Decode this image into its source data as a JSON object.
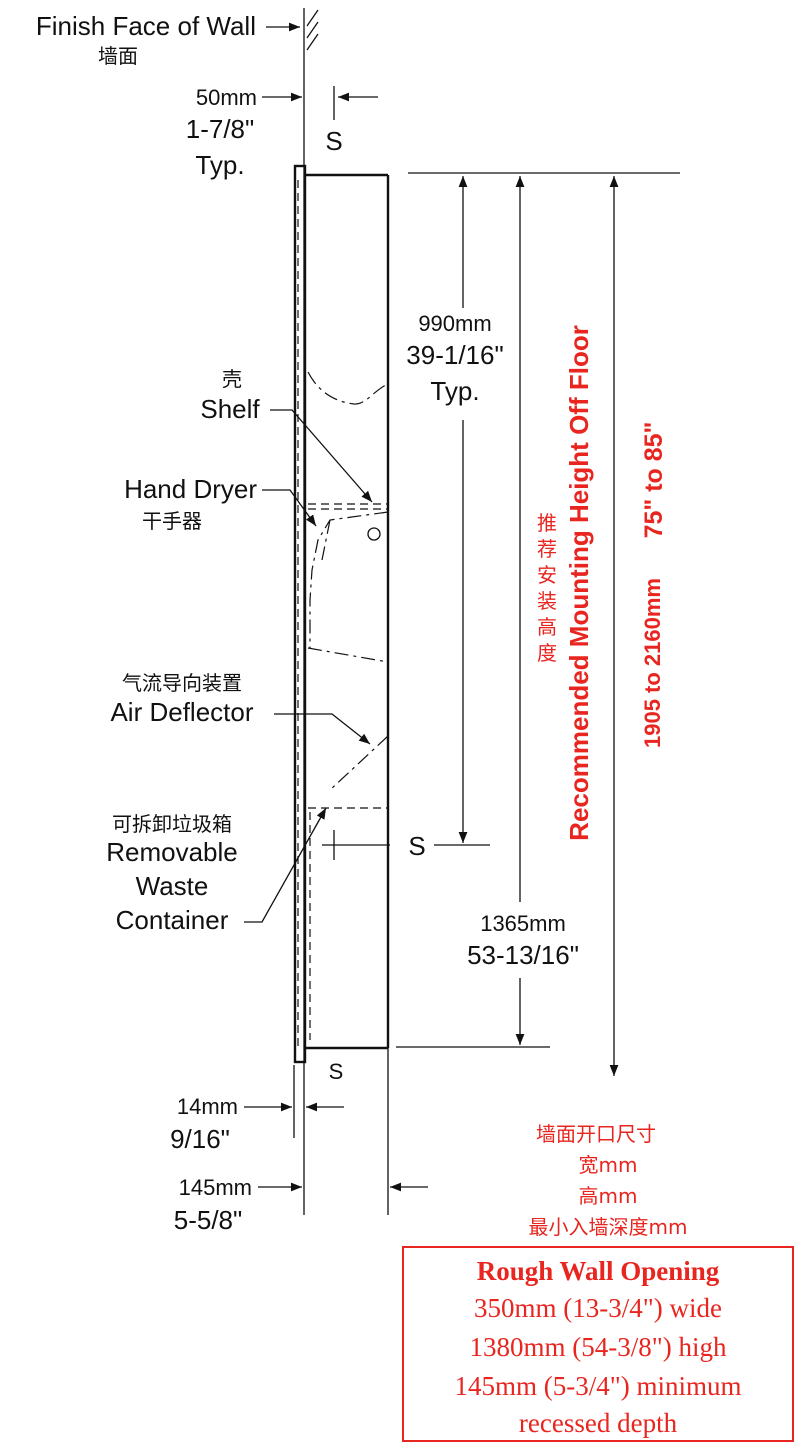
{
  "labels": {
    "finish_face_en": "Finish Face of Wall",
    "finish_face_cn": "墙面",
    "dim_top_mm": "50mm",
    "dim_top_in": "1-7/8\"",
    "dim_top_typ": "Typ.",
    "section_mark": "S",
    "dim_990_mm": "990mm",
    "dim_990_in": "39-1/16\"",
    "dim_990_typ": "Typ.",
    "shelf_cn": "壳",
    "shelf_en": "Shelf",
    "hand_dryer_en": "Hand Dryer",
    "hand_dryer_cn": "干手器",
    "air_deflector_cn": "气流导向装置",
    "air_deflector_en": "Air Deflector",
    "waste_cn": "可拆卸垃圾箱",
    "waste_en_1": "Removable",
    "waste_en_2": "Waste",
    "waste_en_3": "Container",
    "dim_1365_mm": "1365mm",
    "dim_1365_in": "53-13/16\"",
    "dim_14_mm": "14mm",
    "dim_14_in": "9/16\"",
    "dim_145_mm": "145mm",
    "dim_145_in": "5-5/8\"",
    "recommended_height_en": "Recommended Mounting Height Off Floor",
    "recommended_height_cn": [
      "推",
      "荐",
      "安",
      "装",
      "高",
      "度"
    ],
    "range_in": "75\" to 85\"",
    "range_mm": "1905 to 2160mm"
  },
  "rough_opening_cn": [
    "墙面开口尺寸",
    "宽mm",
    "高mm",
    "最小入墙深度mm"
  ],
  "rough_opening": {
    "title": "Rough Wall Opening",
    "line1": "350mm (13-3/4\") wide",
    "line2": "1380mm (54-3/8\") high",
    "line3": "145mm (5-3/4\") minimum",
    "line4": "recessed depth"
  },
  "colors": {
    "accent_red": "#e8251f",
    "line_black": "#111111"
  }
}
